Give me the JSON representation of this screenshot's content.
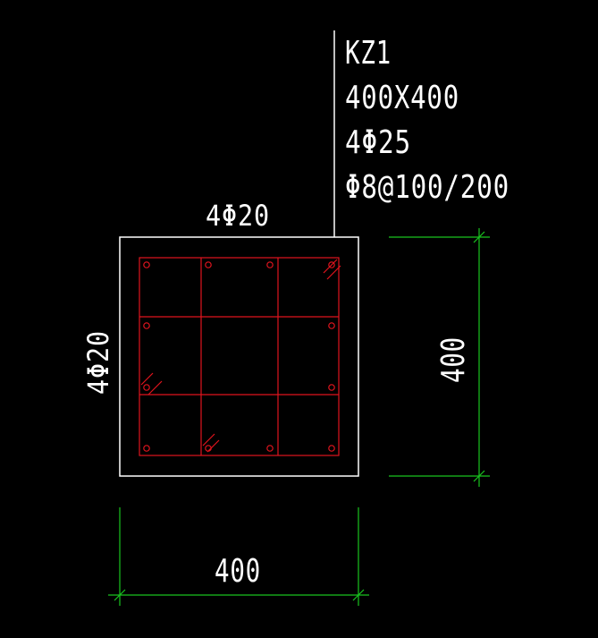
{
  "colors": {
    "background": "#000000",
    "outline": "#ffffff",
    "rebar": "#e0141e",
    "dimension": "#19c41f",
    "text": "#ffffff"
  },
  "column_note": {
    "id": "KZ1",
    "section": "400X400",
    "corner_bars": "4Φ25",
    "stirrups": "Φ8@100/200"
  },
  "rebar_labels": {
    "top_face": "4Φ20",
    "side_face": "4Φ20"
  },
  "dimensions": {
    "width": "400",
    "height": "400"
  }
}
